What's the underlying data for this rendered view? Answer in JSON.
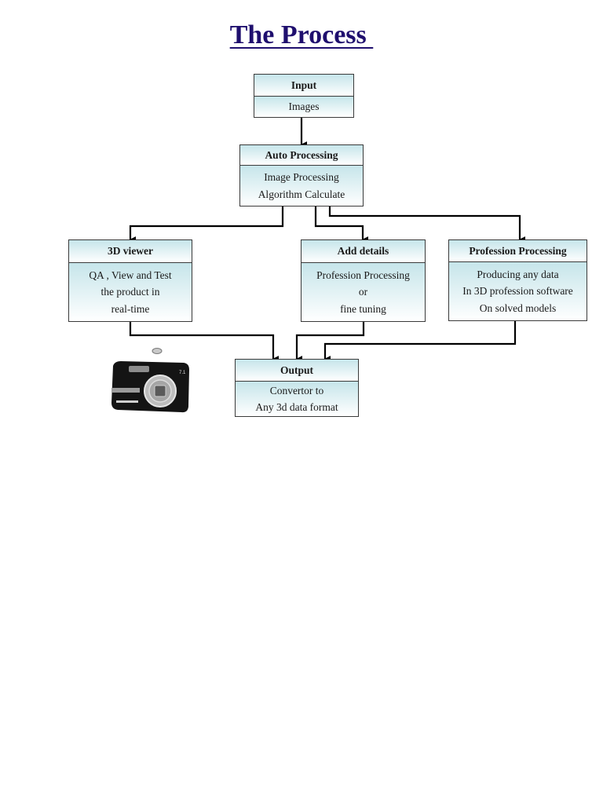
{
  "title": "The Process ",
  "colors": {
    "title": "#1f0f6e",
    "box_gradient_top": "#c6e5ea",
    "box_gradient_bottom": "#ffffff",
    "border": "#3a3a3a",
    "connector": "#000000"
  },
  "nodes": {
    "input": {
      "header": "Input",
      "lines": [
        "Images"
      ]
    },
    "auto_processing": {
      "header": "Auto Processing",
      "lines": [
        "Image Processing",
        "Algorithm Calculate"
      ]
    },
    "viewer_3d": {
      "header": "3D viewer",
      "lines": [
        "QA , View and Test",
        "the product in",
        "real-time"
      ]
    },
    "add_details": {
      "header": "Add details",
      "lines": [
        "Profession Processing",
        "or",
        "fine tuning"
      ]
    },
    "profession_processing": {
      "header": "Profession Processing",
      "lines": [
        "Producing any data",
        "In 3D profession software",
        "On solved models"
      ]
    },
    "output": {
      "header": "Output",
      "lines": [
        "Convertor to",
        "Any 3d data format"
      ]
    }
  },
  "edges": [
    {
      "from": "input",
      "to": "auto_processing"
    },
    {
      "from": "auto_processing",
      "to": "viewer_3d"
    },
    {
      "from": "auto_processing",
      "to": "add_details"
    },
    {
      "from": "auto_processing",
      "to": "profession_processing"
    },
    {
      "from": "viewer_3d",
      "to": "output"
    },
    {
      "from": "add_details",
      "to": "output"
    },
    {
      "from": "profession_processing",
      "to": "output"
    }
  ],
  "image": {
    "subject": "digital-camera",
    "label": "7.1"
  }
}
